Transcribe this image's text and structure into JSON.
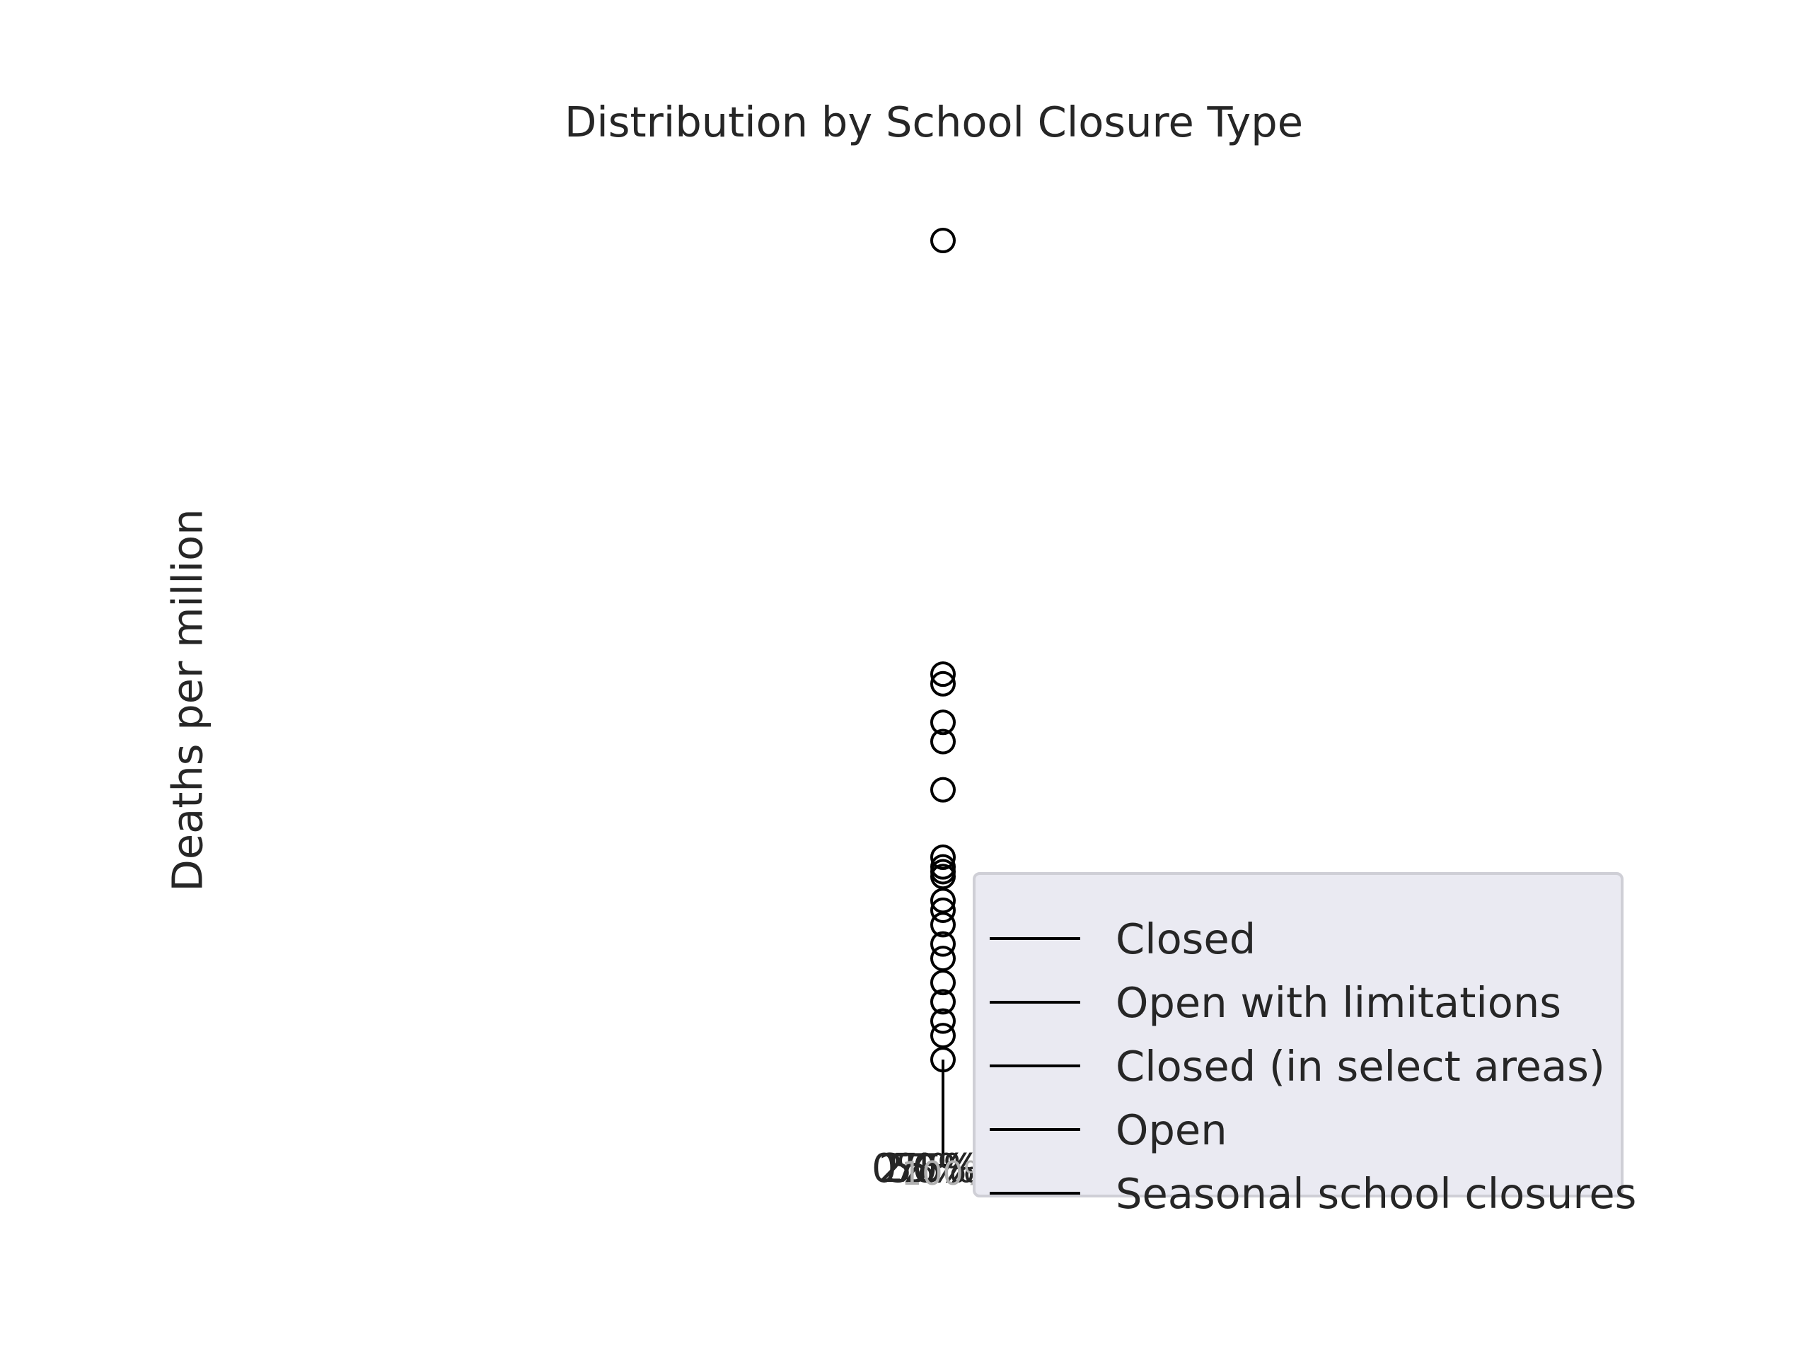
{
  "chart_data": {
    "type": "box",
    "title": "Distribution by School Closure Type",
    "ylabel": "Deaths per million",
    "xlabel": "",
    "tick_labels": [
      "0%",
      "25%",
      "50%",
      "75%",
      "100%"
    ],
    "series": [
      {
        "name": "Closed",
        "whisker_low": 0,
        "whisker_high": 110,
        "outliers": [
          110,
          135,
          150,
          170,
          190,
          215,
          230,
          250,
          265,
          275,
          300,
          305,
          310,
          320,
          390,
          440,
          460,
          500,
          510,
          960
        ]
      }
    ],
    "legend": {
      "position": "lower right",
      "entries": [
        "Closed",
        "Open with limitations",
        "Closed (in select areas)",
        "Open",
        "Seasonal school closures"
      ]
    },
    "ylim": [
      0,
      1100
    ],
    "grid": false
  }
}
